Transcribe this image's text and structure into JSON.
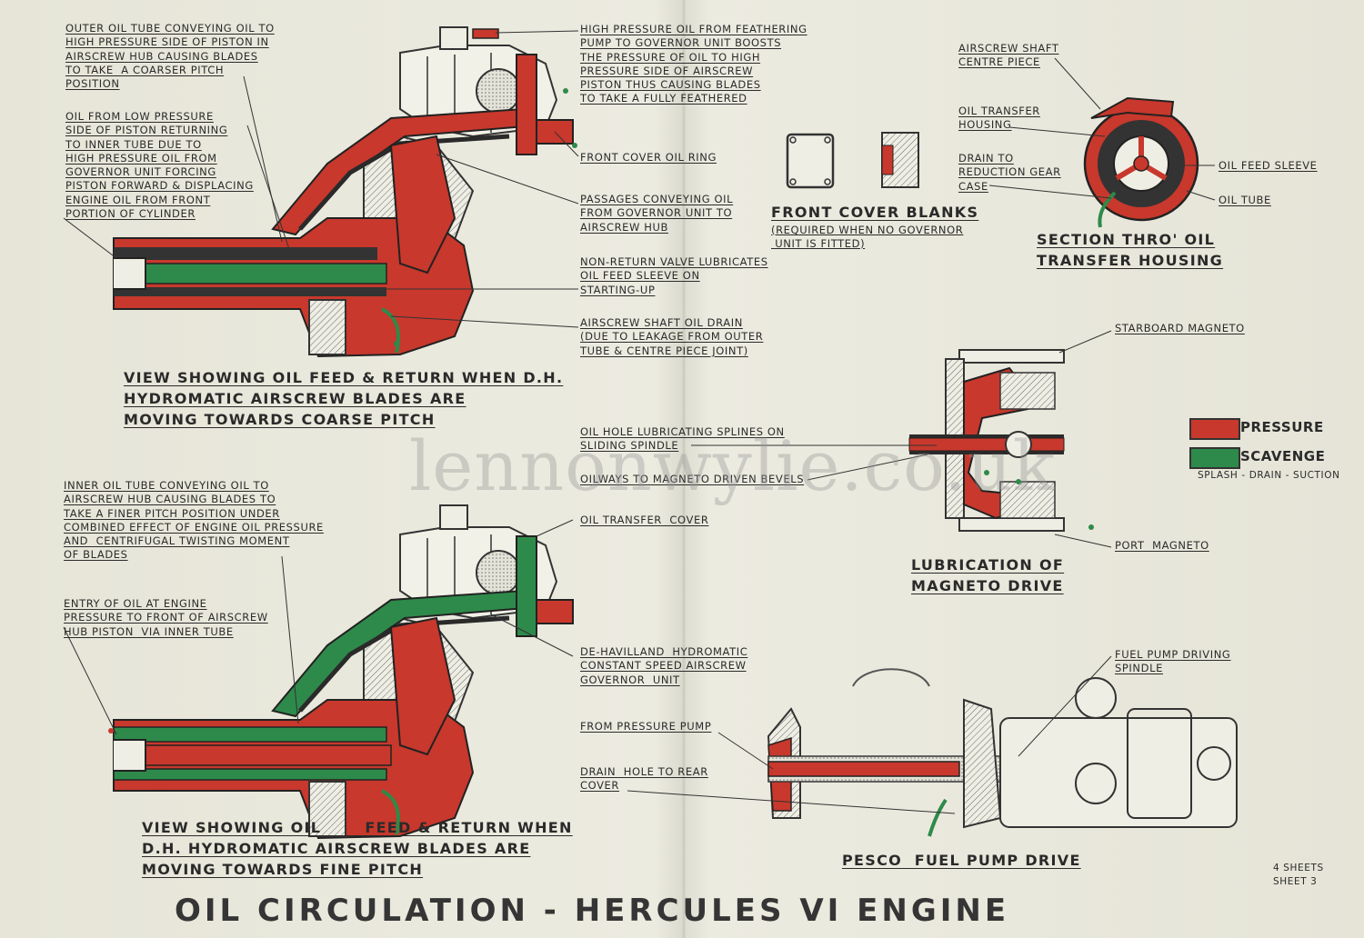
{
  "title": "OIL CIRCULATION - HERCULES VI ENGINE",
  "watermark": "lennonwylie.co.uk",
  "sheet_info": {
    "line1": "4 SHEETS",
    "line2": "SHEET 3"
  },
  "colors": {
    "pressure": "#c8382c",
    "scavenge": "#2e8a4a",
    "paper": "#e9e8dc",
    "ink": "#2b2b2b"
  },
  "legend": {
    "pressure": "PRESSURE",
    "scavenge": "SCAVENGE",
    "scavenge_note": "SPLASH - DRAIN - SUCTION"
  },
  "captions": {
    "coarse": "VIEW SHOWING OIL FEED & RETURN WHEN D.H.\nHYDROMATIC AIRSCREW BLADES ARE\nMOVING TOWARDS COARSE PITCH",
    "fine": "VIEW SHOWING OIL       FEED & RETURN WHEN\nD.H. HYDROMATIC AIRSCREW BLADES ARE\nMOVING TOWARDS FINE PITCH",
    "front_cover_blanks": "FRONT COVER BLANKS",
    "front_cover_note": "(REQUIRED WHEN NO GOVERNOR\n UNIT IS FITTED)",
    "section": "SECTION THRO' OIL\nTRANSFER HOUSING",
    "magneto": "LUBRICATION OF\nMAGNETO DRIVE",
    "pesco": "PESCO  FUEL PUMP DRIVE"
  },
  "labels": {
    "outer_tube": "OUTER OIL TUBE CONVEYING OIL TO\nHIGH PRESSURE SIDE OF PISTON IN\nAIRSCREW HUB CAUSING BLADES\nTO TAKE  A COARSER PITCH\nPOSITION",
    "low_pressure": "OIL FROM LOW PRESSURE\nSIDE OF PISTON RETURNING\nTO INNER TUBE DUE TO\nHIGH PRESSURE OIL FROM\nGOVERNOR UNIT FORCING\nPISTON FORWARD & DISPLACING\nENGINE OIL FROM FRONT\nPORTION OF CYLINDER",
    "feathering": "HIGH PRESSURE OIL FROM FEATHERING\nPUMP TO GOVERNOR UNIT BOOSTS\nTHE PRESSURE OF OIL TO HIGH\nPRESSURE SIDE OF AIRSCREW\nPISTON THUS CAUSING BLADES\nTO TAKE A FULLY FEATHERED",
    "front_cover_ring": "FRONT COVER OIL RING",
    "passages": "PASSAGES CONVEYING OIL\nFROM GOVERNOR UNIT TO\nAIRSCREW HUB",
    "non_return": "NON-RETURN VALVE LUBRICATES\nOIL FEED SLEEVE ON\nSTARTING-UP",
    "shaft_drain": "AIRSCREW SHAFT OIL DRAIN\n(DUE TO LEAKAGE FROM OUTER\nTUBE & CENTRE PIECE JOINT)",
    "shaft_centre": "AIRSCREW SHAFT\nCENTRE PIECE",
    "transfer_housing": "OIL TRANSFER\nHOUSING",
    "drain_reduction": "DRAIN TO\nREDUCTION GEAR\nCASE",
    "oil_feed_sleeve": "OIL FEED SLEEVE",
    "oil_tube": "OIL TUBE",
    "starboard_magneto": "STARBOARD MAGNETO",
    "oil_hole": "OIL HOLE LUBRICATING SPLINES ON\nSLIDING SPINDLE",
    "oilways": "OILWAYS TO MAGNETO DRIVEN BEVELS",
    "port_magneto": "PORT  MAGNETO",
    "inner_tube": "INNER OIL TUBE CONVEYING OIL TO\nAIRSCREW HUB CAUSING BLADES TO\nTAKE A FINER PITCH POSITION UNDER\nCOMBINED EFFECT OF ENGINE OIL PRESSURE\nAND  CENTRIFUGAL TWISTING MOMENT\nOF BLADES",
    "oil_transfer_cover": "OIL TRANSFER  COVER",
    "entry_of_oil": "ENTRY OF OIL AT ENGINE\nPRESSURE TO FRONT OF AIRSCREW\nHUB PISTON  VIA INNER TUBE",
    "de_havilland": "DE-HAVILLAND  HYDROMATIC\nCONSTANT SPEED AIRSCREW\nGOVERNOR  UNIT",
    "fuel_pump_spindle": "FUEL PUMP DRIVING\nSPINDLE",
    "from_pressure_pump": "FROM PRESSURE PUMP",
    "drain_hole": "DRAIN  HOLE TO REAR\nCOVER"
  }
}
